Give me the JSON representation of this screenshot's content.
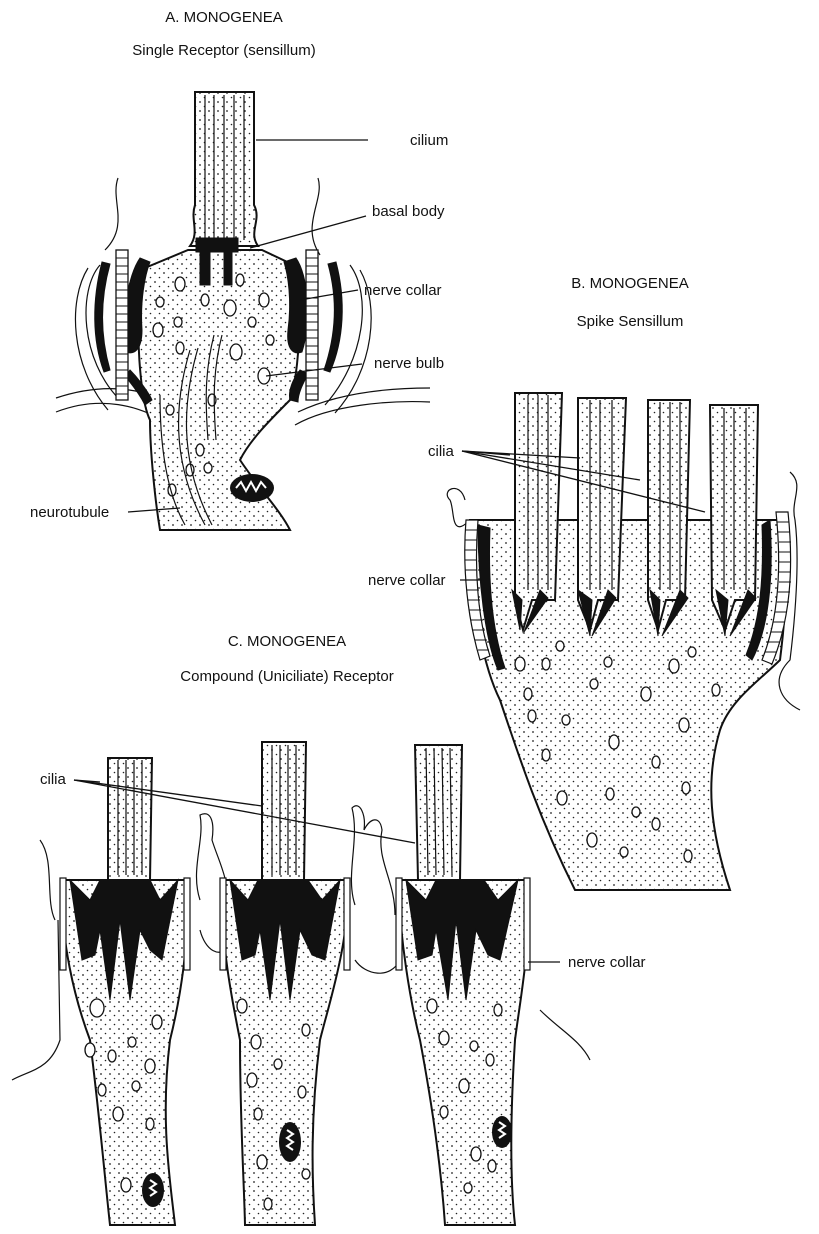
{
  "panels": {
    "a": {
      "title": "A.  MONOGENEA",
      "subtitle": "Single Receptor (sensillum)"
    },
    "b": {
      "title": "B.  MONOGENEA",
      "subtitle": "Spike Sensillum"
    },
    "c": {
      "title": "C.  MONOGENEA",
      "subtitle": "Compound (Uniciliate) Receptor"
    }
  },
  "labels": {
    "a_cilium": "cilium",
    "a_basal_body": "basal body",
    "a_nerve_collar": "nerve collar",
    "a_nerve_bulb": "nerve bulb",
    "a_neurotubule": "neurotubule",
    "b_cilia": "cilia",
    "b_nerve_collar": "nerve collar",
    "c_cilia": "cilia",
    "c_nerve_collar": "nerve collar"
  },
  "style": {
    "ink": "#111111",
    "paper": "#ffffff"
  }
}
